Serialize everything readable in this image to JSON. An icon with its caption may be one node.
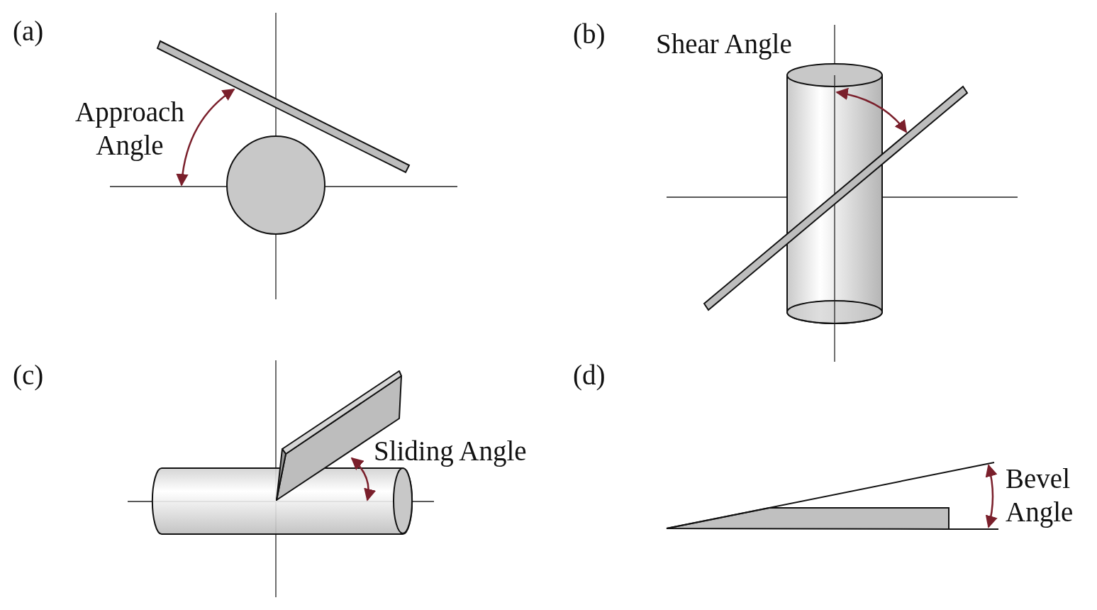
{
  "diagram": {
    "labels": [
      "(a)",
      "Approach Angle",
      "(b)",
      "Shear Angle",
      "(c)",
      "Sliding Angle",
      "(d)",
      "Bevel Angle"
    ]
  }
}
